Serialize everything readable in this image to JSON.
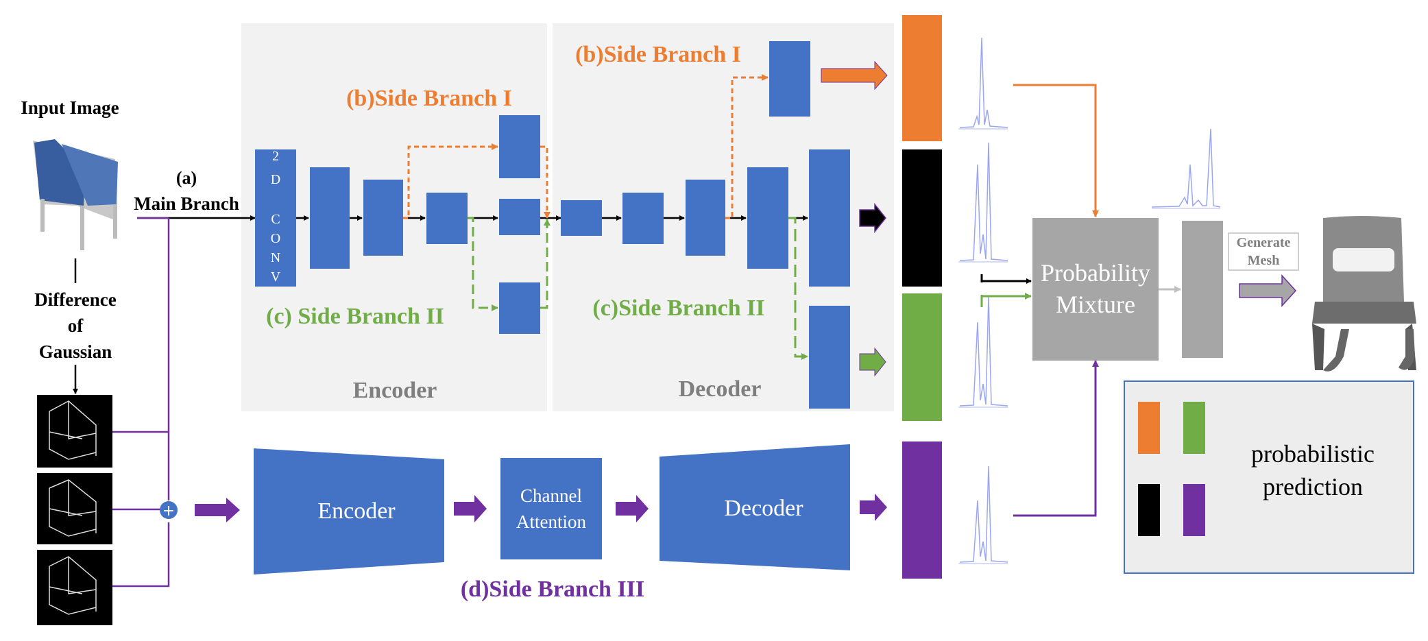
{
  "labels": {
    "input_image": "Input Image",
    "main_branch_a": "(a)",
    "main_branch_name": "Main Branch",
    "dog_line1": "Difference",
    "dog_line2": "of",
    "dog_line3": "Gaussian",
    "conv_label": [
      "2",
      "D",
      "C",
      "O",
      "N",
      "V"
    ],
    "side_branch_1_enc": "(b)Side Branch I",
    "side_branch_1_dec": "(b)Side Branch I",
    "side_branch_2_enc": "(c) Side Branch II",
    "side_branch_2_dec": "(c)Side Branch II",
    "encoder_title": "Encoder",
    "decoder_title": "Decoder",
    "encoder_block": "Encoder",
    "channel_attention_1": "Channel",
    "channel_attention_2": "Attention",
    "decoder_block": "Decoder",
    "side_branch_3": "(d)Side Branch III",
    "prob_mixture_1": "Probability",
    "prob_mixture_2": "Mixture",
    "generate_mesh_1": "Generate",
    "generate_mesh_2": "Mesh",
    "legend_1": "probabilistic",
    "legend_2": "prediction"
  },
  "colors": {
    "block_blue": "#4472c4",
    "orange": "#ed7d31",
    "green": "#70ad47",
    "purple": "#7030a0",
    "black": "#000000",
    "gray": "#a6a6a6",
    "panel_bg": "#f2f2f2",
    "title_gray": "#7f7f7f"
  }
}
